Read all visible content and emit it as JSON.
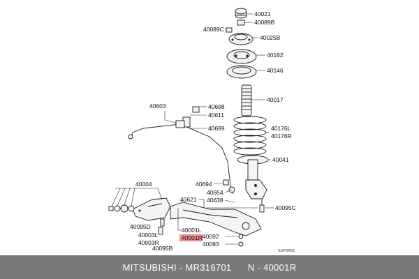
{
  "labels": {
    "p40021": "40021",
    "p40089B": "40089B",
    "p40089C": "40089C",
    "p40025B": "40025B",
    "p40162": "40162",
    "p40146": "40146",
    "p40017": "40017",
    "p40603": "40603",
    "p40698": "40698",
    "p40611": "40611",
    "p40699": "40699",
    "p40176L": "40176L",
    "p40176R": "40176R",
    "p40041": "40041",
    "p40004": "40004",
    "p40694": "40694",
    "p40654": "40654",
    "p40638": "40638",
    "p40621": "40621",
    "p40095C": "40095C",
    "p40095D": "40095D",
    "p40003L": "40003L",
    "p40003R": "40003R",
    "p40095B": "40095B",
    "p40001L": "40001L",
    "p40001R": "40001R",
    "p40092": "40092",
    "p40093": "40093",
    "figure_ref": "SUP2A01"
  },
  "footer": {
    "brand": "MITSUBISHI",
    "separator1": " - ",
    "part_number": "MR316701",
    "gap": "      ",
    "catalog_code": "N - 40001R"
  },
  "colors": {
    "highlight": "#f08c8c",
    "footer_bg": "#7a7a7a",
    "footer_text": "#ffffff"
  }
}
